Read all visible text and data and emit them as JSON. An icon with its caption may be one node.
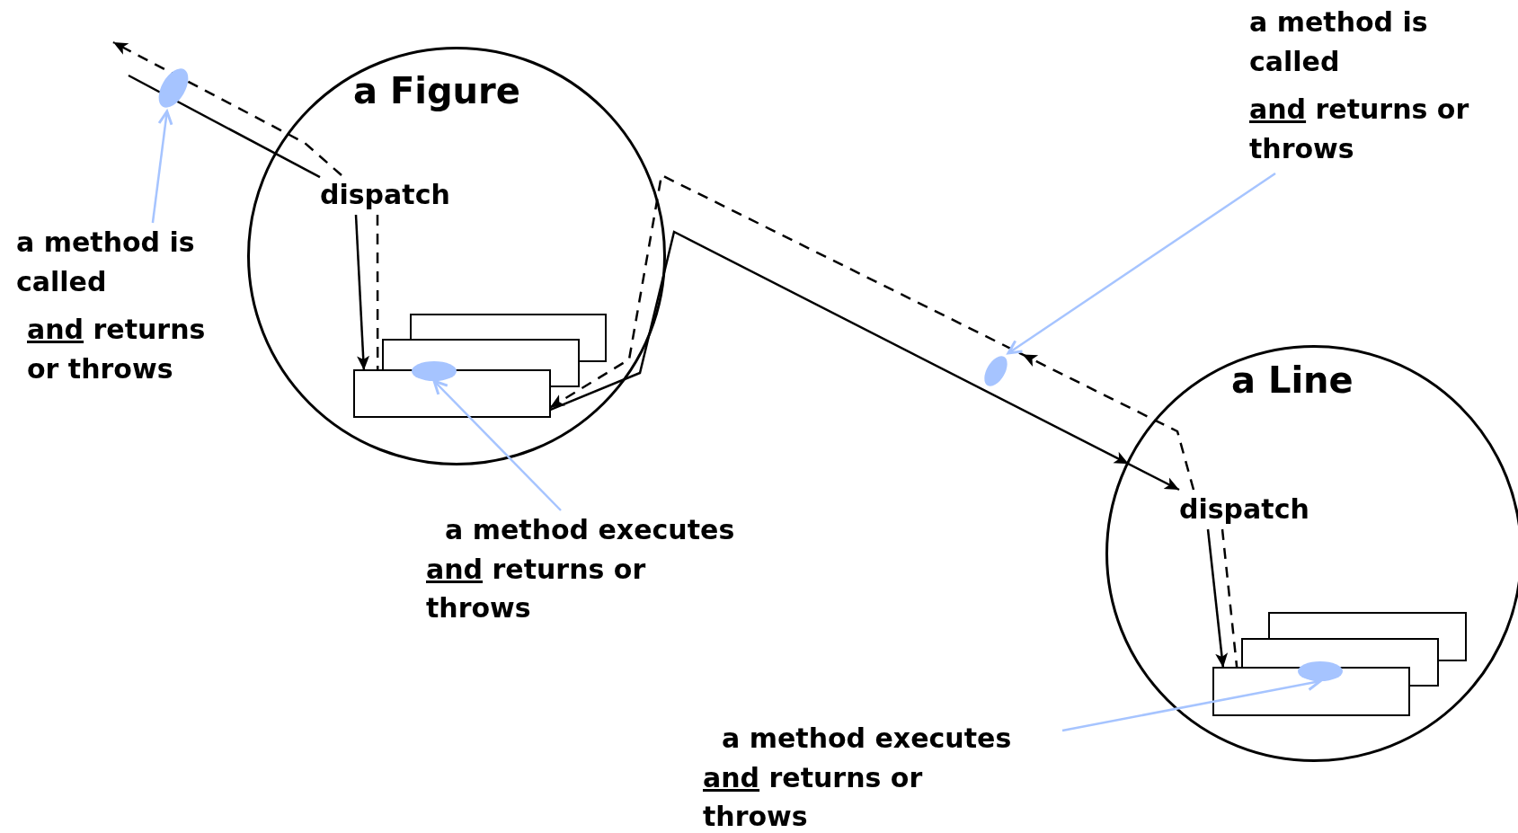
{
  "diagram": {
    "nodes": [
      {
        "text": [
          "a Figure"
        ]
      },
      {
        "text": [
          "dispatch"
        ],
        "in": 0
      },
      {
        "text": [],
        "shape": "box",
        "in": 0
      },
      {
        "text": [],
        "shape": "box",
        "in": 0
      },
      {
        "text": [],
        "shape": "box",
        "in": 0
      },
      {
        "text": [
          "a Line"
        ]
      },
      {
        "text": [
          "dispatch"
        ],
        "in": 5
      },
      {
        "text": [],
        "shape": "box",
        "in": 5
      },
      {
        "text": [],
        "shape": "box",
        "in": 5
      },
      {
        "text": [],
        "shape": "box",
        "in": 5
      },
      {
        "text": [],
        "shape": "ellipse"
      },
      {
        "text": [],
        "shape": "ellipse",
        "in": 3
      },
      {
        "text": [],
        "shape": "ellipse"
      },
      {
        "text": [],
        "shape": "ellipse",
        "in": 8
      },
      {
        "text": [
          "a method is called",
          "and returns or throws"
        ]
      },
      {
        "text": [
          "a method is called",
          "and returns or throws"
        ]
      },
      {
        "text": [
          "a method executes",
          "and returns or throws"
        ]
      },
      {
        "text": [
          "a method executes",
          "and returns or throws"
        ]
      }
    ],
    "edges": [
      {
        "from": null,
        "to": 1,
        "arrow": "none"
      },
      {
        "from": 1,
        "to": null,
        "arrow": "to",
        "style": "dashed"
      },
      {
        "from": 1,
        "to": 4,
        "arrow": "to"
      },
      {
        "from": 1,
        "to": 4,
        "arrow": "none",
        "style": "dashed"
      },
      {
        "from": 4,
        "to": 6,
        "arrow": "to"
      },
      {
        "from": 6,
        "to": 4,
        "arrow": "to",
        "style": "dashed"
      },
      {
        "from": 6,
        "to": 9,
        "arrow": "to"
      },
      {
        "from": 6,
        "to": 9,
        "arrow": "none",
        "style": "dashed"
      },
      {
        "from": 14,
        "to": 10,
        "arrow": "to",
        "color": "#a6c4ff"
      },
      {
        "from": 15,
        "to": 12,
        "arrow": "to",
        "color": "#a6c4ff"
      },
      {
        "from": 16,
        "to": 11,
        "arrow": "to",
        "color": "#a6c4ff"
      },
      {
        "from": 17,
        "to": 13,
        "arrow": "to",
        "color": "#a6c4ff"
      }
    ]
  }
}
